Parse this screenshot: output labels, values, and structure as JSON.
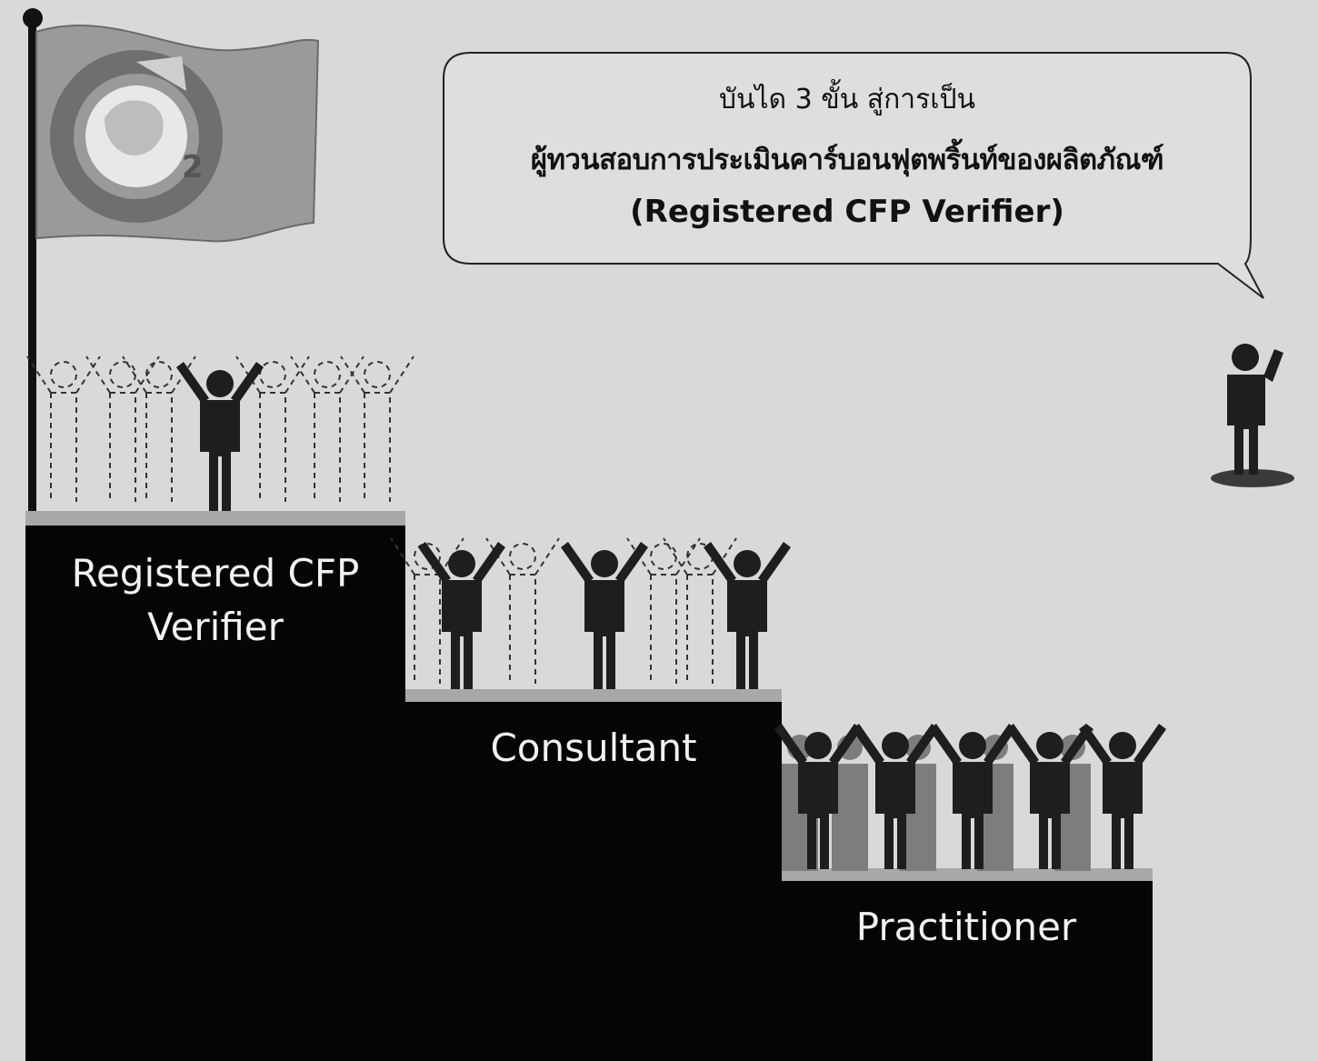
{
  "speech_bubble": {
    "line1": "บันได 3 ขั้น สู่การเป็น",
    "line2": "ผู้ทวนสอบการประเมินคาร์บอนฟุตพริ้นท์ของผลิตภัณฑ์",
    "line3": "(Registered CFP Verifier)"
  },
  "flag": {
    "logo_text": "C2",
    "colors": {
      "flag": "#9a9a9a",
      "pole": "#111111"
    }
  },
  "steps": [
    {
      "label_line1": "Registered CFP",
      "label_line2": "Verifier"
    },
    {
      "label": "Consultant"
    },
    {
      "label": "Practitioner"
    }
  ],
  "colors": {
    "background": "#d9d9d9",
    "step": "#050505",
    "step_top": "#a8a8a8",
    "figure": "#1e1e1e"
  }
}
